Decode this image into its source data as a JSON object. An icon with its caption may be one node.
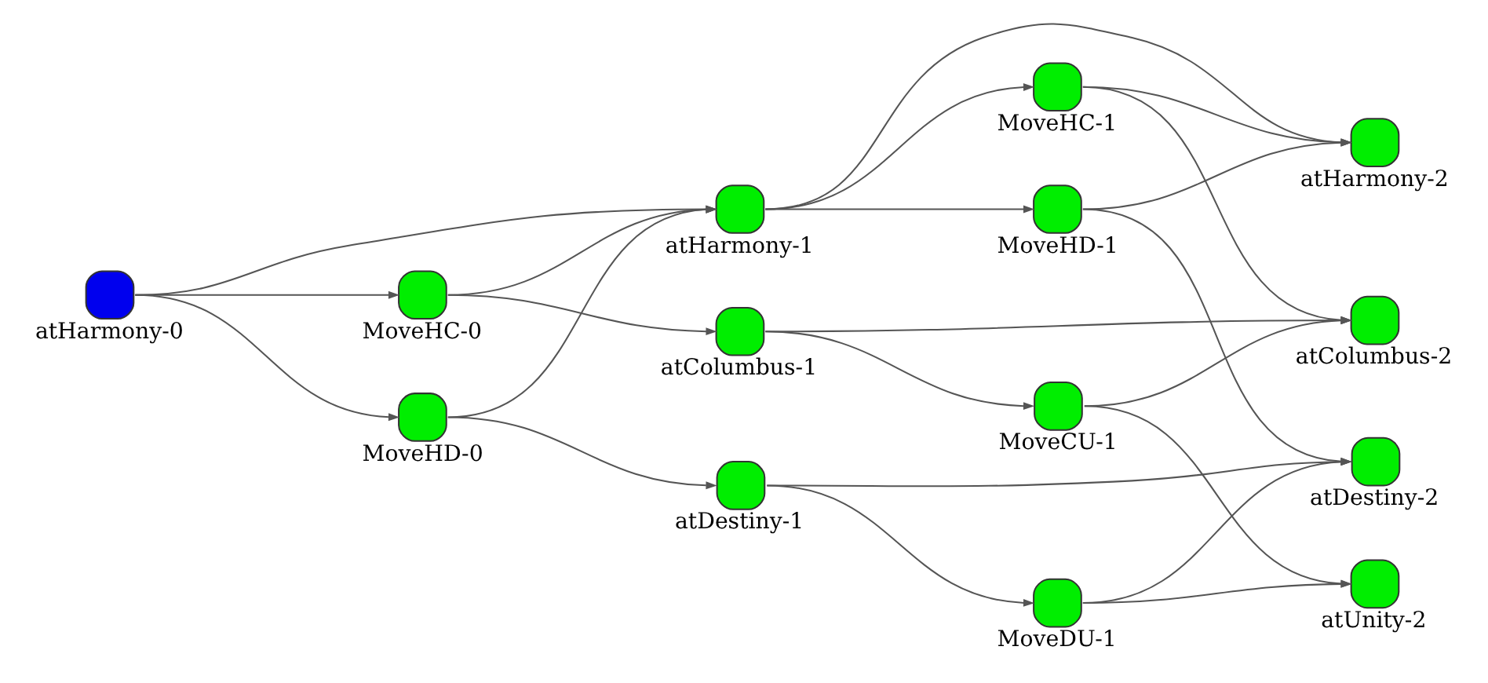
{
  "diagram": {
    "nodes": [
      {
        "text": [
          "atHarmony-0"
        ]
      },
      {
        "text": [
          "MoveHC-0"
        ]
      },
      {
        "text": [
          "MoveHD-0"
        ]
      },
      {
        "text": [
          "atHarmony-1"
        ]
      },
      {
        "text": [
          "atColumbus-1"
        ]
      },
      {
        "text": [
          "atDestiny-1"
        ]
      },
      {
        "text": [
          "MoveHC-1"
        ]
      },
      {
        "text": [
          "MoveHD-1"
        ]
      },
      {
        "text": [
          "MoveCU-1"
        ]
      },
      {
        "text": [
          "MoveDU-1"
        ]
      },
      {
        "text": [
          "atHarmony-2"
        ]
      },
      {
        "text": [
          "atColumbus-2"
        ]
      },
      {
        "text": [
          "atDestiny-2"
        ]
      },
      {
        "text": [
          "atUnity-2"
        ]
      }
    ],
    "edges": [
      {
        "from": 0,
        "to": 3,
        "arrow": "to"
      },
      {
        "from": 0,
        "to": 1,
        "arrow": "to"
      },
      {
        "from": 0,
        "to": 2,
        "arrow": "to"
      },
      {
        "from": 1,
        "to": 3,
        "arrow": "to"
      },
      {
        "from": 1,
        "to": 4,
        "arrow": "to"
      },
      {
        "from": 2,
        "to": 3,
        "arrow": "to"
      },
      {
        "from": 2,
        "to": 5,
        "arrow": "to"
      },
      {
        "from": 3,
        "to": 10,
        "arrow": "to"
      },
      {
        "from": 3,
        "to": 6,
        "arrow": "to"
      },
      {
        "from": 3,
        "to": 7,
        "arrow": "to"
      },
      {
        "from": 4,
        "to": 11,
        "arrow": "to"
      },
      {
        "from": 4,
        "to": 8,
        "arrow": "to"
      },
      {
        "from": 5,
        "to": 12,
        "arrow": "to"
      },
      {
        "from": 5,
        "to": 9,
        "arrow": "to"
      },
      {
        "from": 6,
        "to": 10,
        "arrow": "to"
      },
      {
        "from": 6,
        "to": 11,
        "arrow": "to"
      },
      {
        "from": 7,
        "to": 10,
        "arrow": "to"
      },
      {
        "from": 7,
        "to": 12,
        "arrow": "to"
      },
      {
        "from": 8,
        "to": 11,
        "arrow": "to"
      },
      {
        "from": 8,
        "to": 13,
        "arrow": "to"
      },
      {
        "from": 9,
        "to": 12,
        "arrow": "to"
      },
      {
        "from": 9,
        "to": 13,
        "arrow": "to"
      }
    ]
  }
}
